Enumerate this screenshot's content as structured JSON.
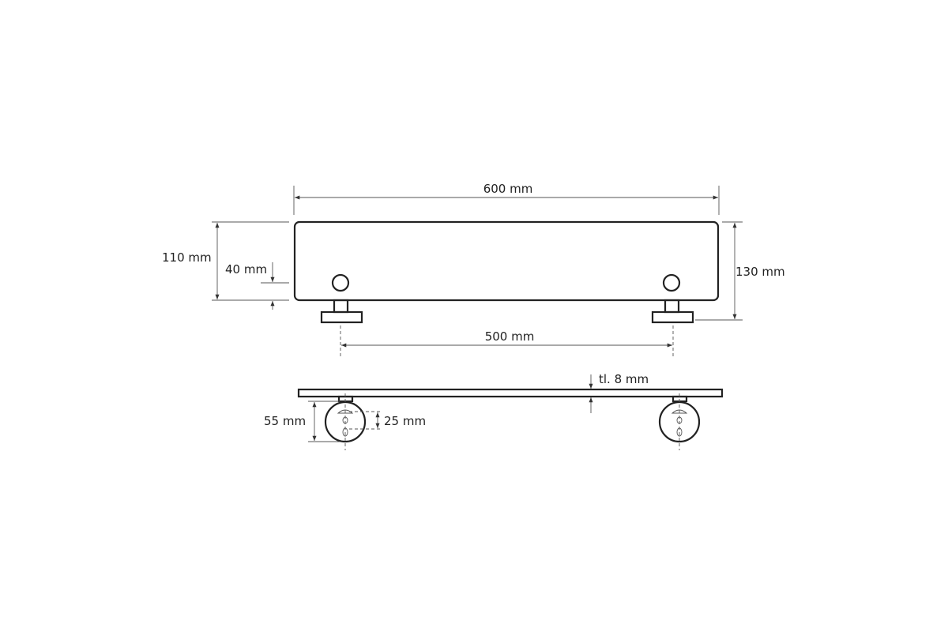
{
  "dimensions": {
    "length": "600 mm",
    "depth_top": "110 mm",
    "hole_height": "40 mm",
    "depth_total": "130 mm",
    "mount_spacing": "500 mm",
    "thickness": "tl. 8 mm",
    "bracket_diameter": "55 mm",
    "hole_spacing": "25 mm"
  },
  "colors": {
    "line": "#222222",
    "dimension": "#555555"
  }
}
